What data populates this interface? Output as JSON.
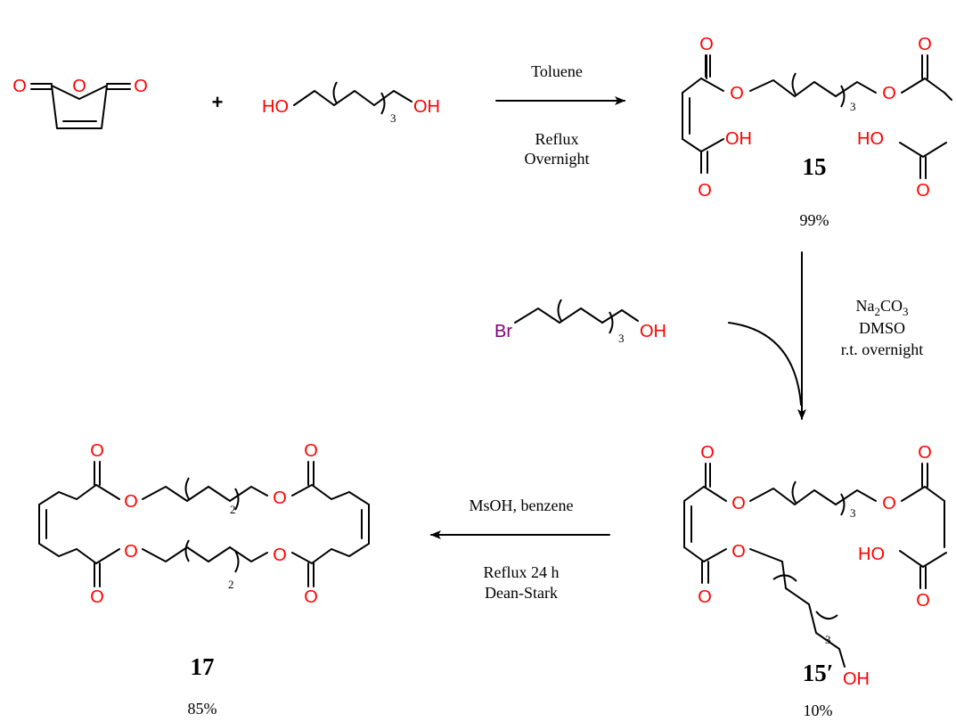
{
  "atoms": {
    "O": "O",
    "HO": "HO",
    "OH": "OH",
    "Br": "Br"
  },
  "repeat": {
    "n3": "3",
    "n2": "2"
  },
  "plus": "+",
  "step1": {
    "above": "Toluene",
    "below1": "Reflux",
    "below2": "Overnight"
  },
  "step2": {
    "line1_base": "Na",
    "line1_sub1": "2",
    "line1_mid": "CO",
    "line1_sub2": "3",
    "line2": "DMSO",
    "line3": "r.t. overnight"
  },
  "step3": {
    "above": "MsOH, benzene",
    "below1": "Reflux 24 h",
    "below2": "Dean-Stark"
  },
  "compounds": {
    "c15": {
      "label": "15",
      "yield": "99%"
    },
    "c15p": {
      "label": "15′",
      "yield": "10%"
    },
    "c17": {
      "label": "17",
      "yield": "85%"
    }
  },
  "colors": {
    "oxygen": "#ff0000",
    "bromine": "#800080",
    "bond": "#000000"
  }
}
